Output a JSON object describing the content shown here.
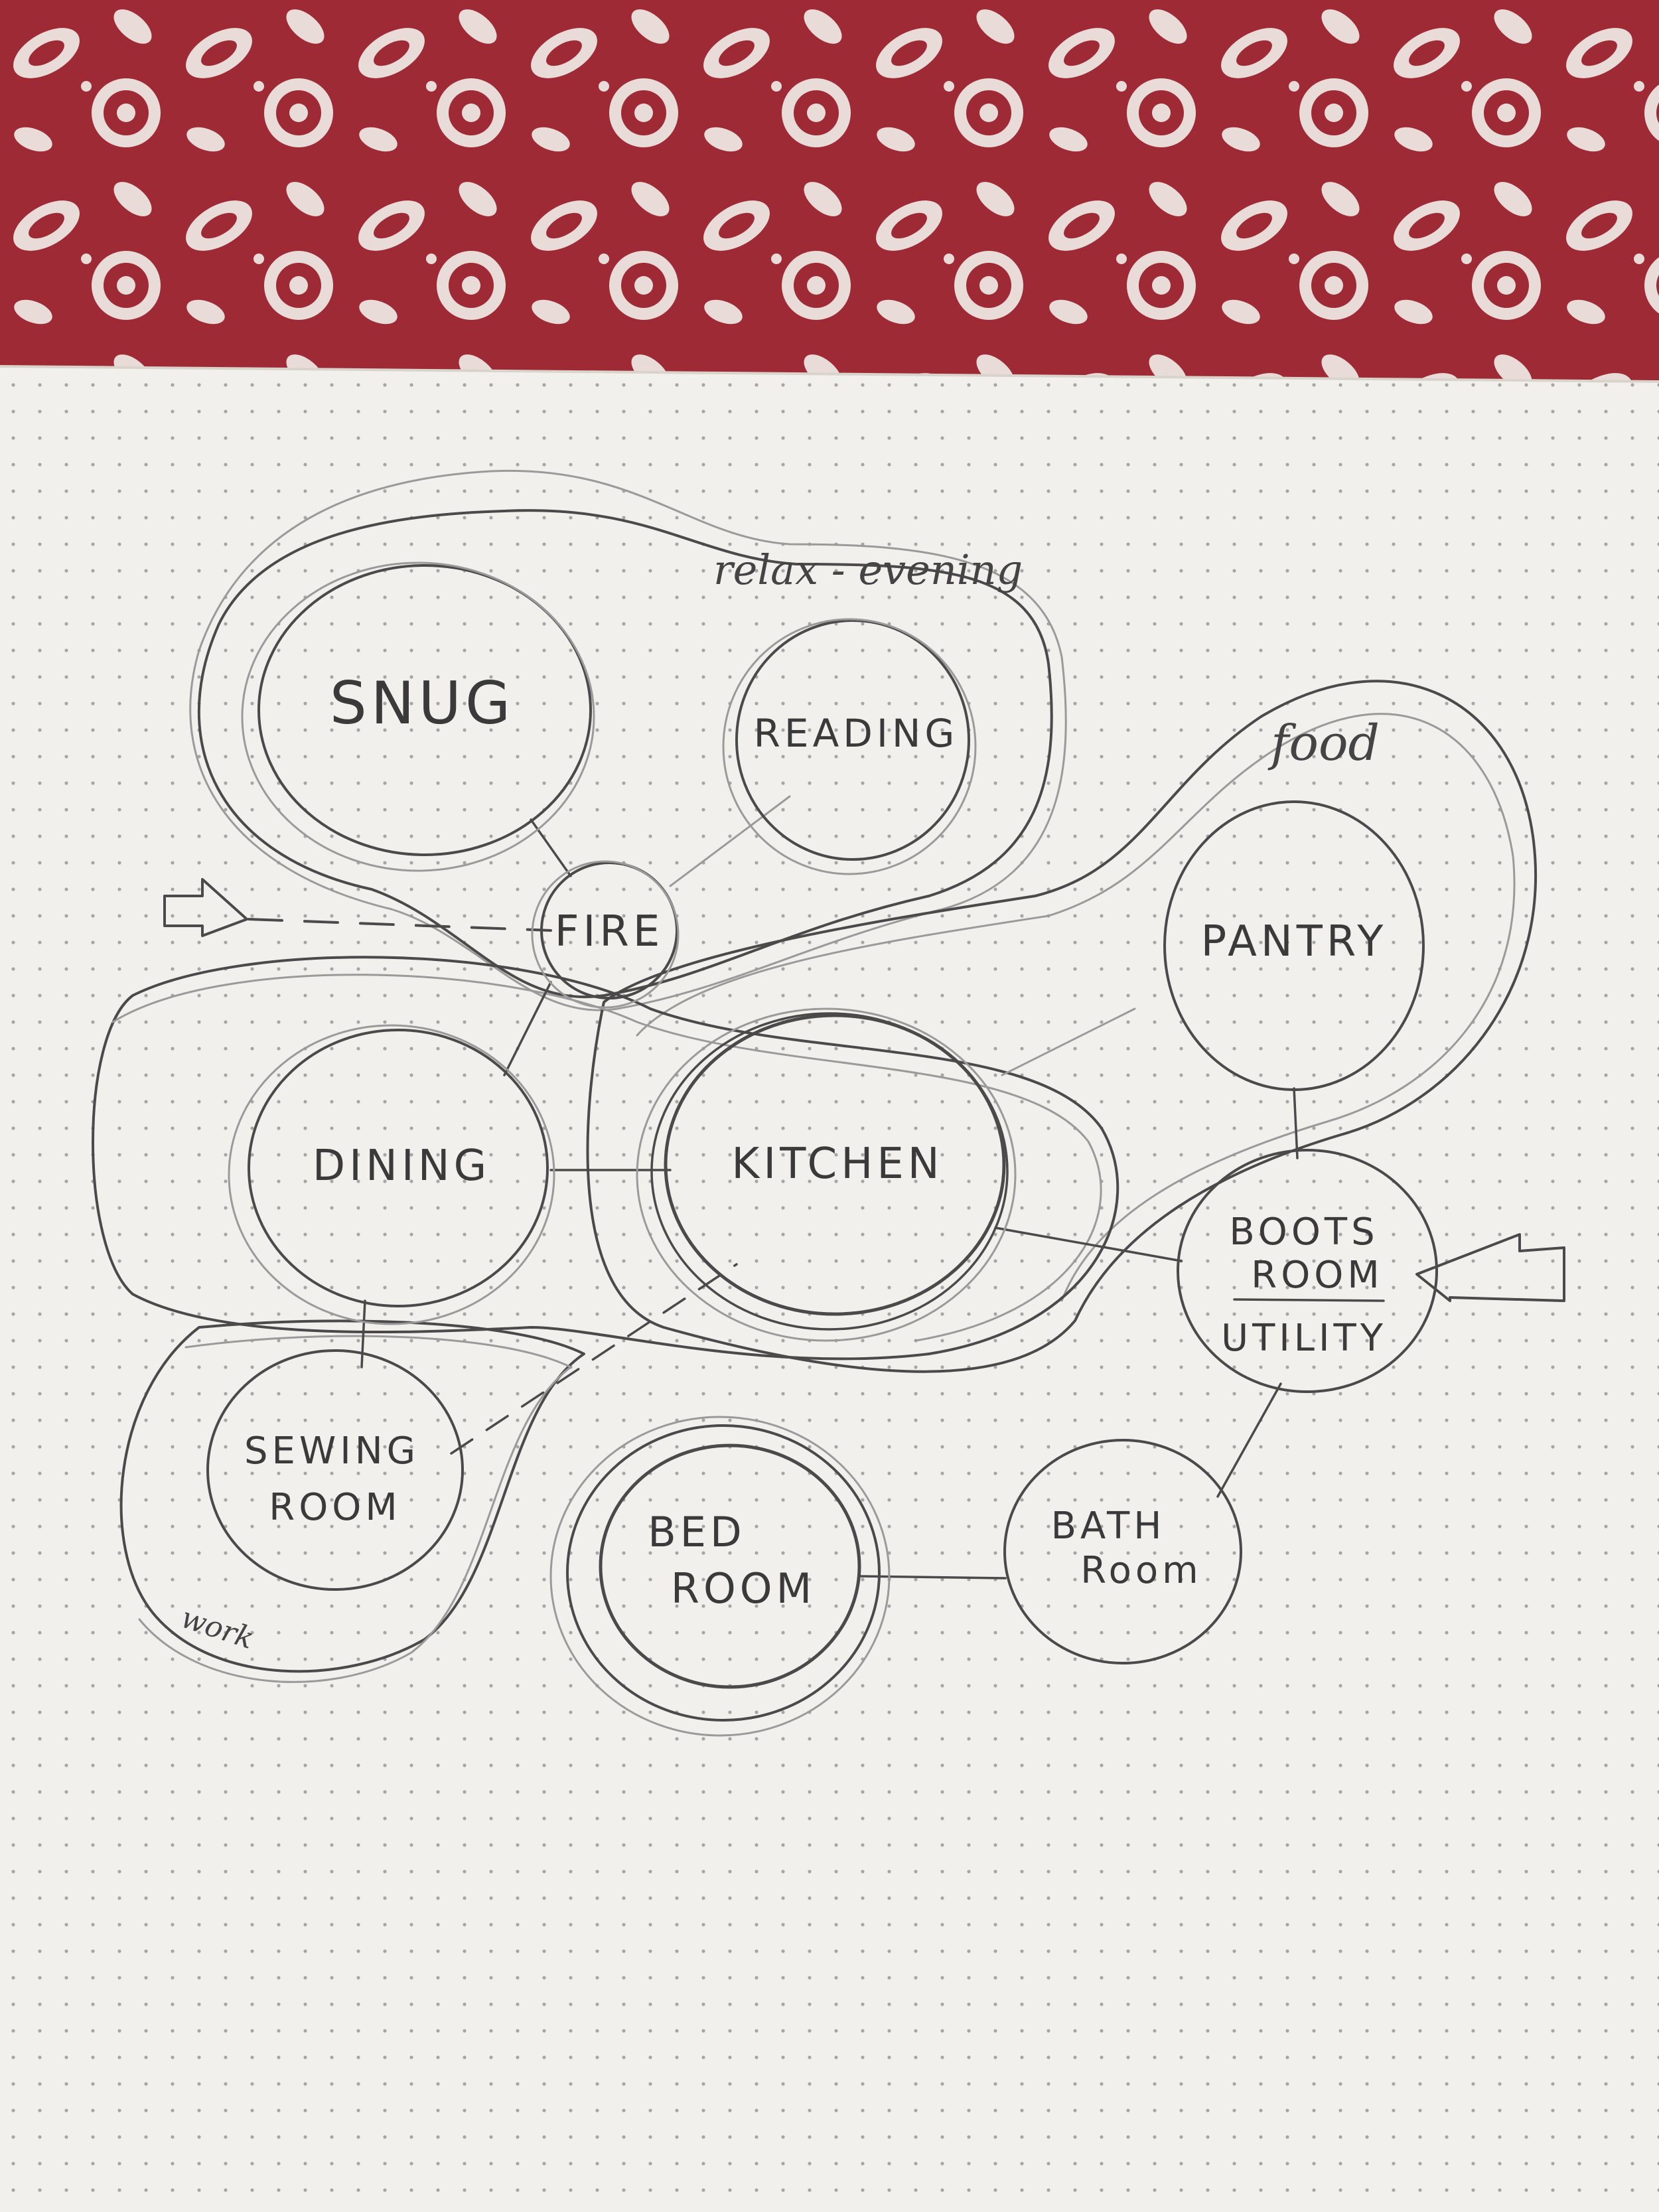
{
  "colors": {
    "fabric": "#9e2a36",
    "fabric_light": "#e9dcd8",
    "paper": "#f2f0ec",
    "pencil": "#4a4a4a"
  },
  "rooms": {
    "snug": "SNUG",
    "reading": "READING",
    "fire": "FIRE",
    "pantry": "PANTRY",
    "dining": "DINING",
    "kitchen": "KITCHEN",
    "boots_line1": "BOOTS",
    "boots_line2": "ROOM",
    "utility": "UTILITY",
    "sewing_line1": "SEWING",
    "sewing_line2": "ROOM",
    "bed_line1": "BED",
    "bed_line2": "ROOM",
    "bath_line1": "BATH",
    "bath_line2": "Room"
  },
  "zones": {
    "relax": "relax - evening",
    "food": "food",
    "work": "work"
  },
  "icons": {
    "entrance_left": "arrow-right-icon",
    "entrance_right": "arrow-left-icon"
  }
}
